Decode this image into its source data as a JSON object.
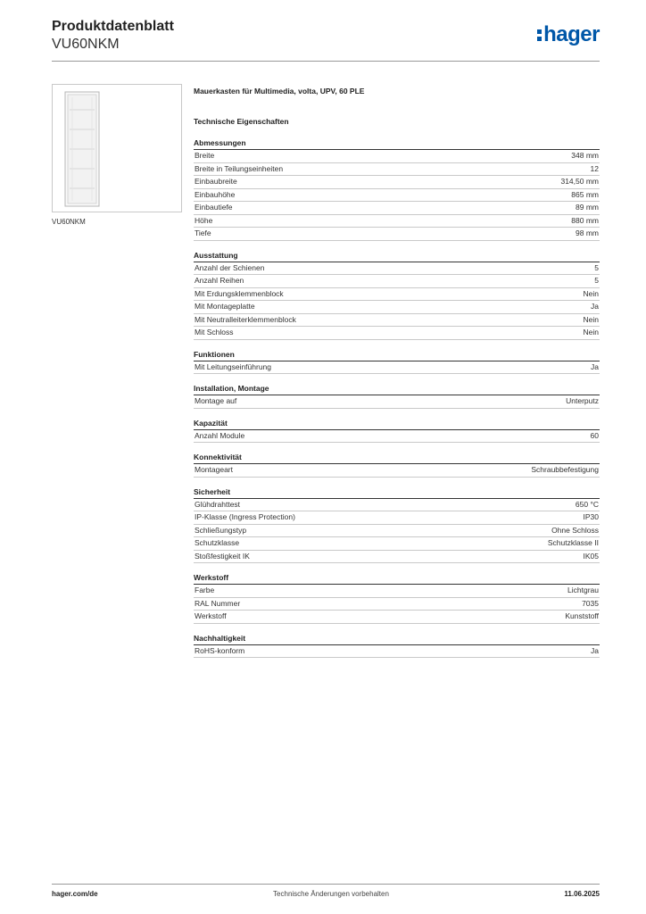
{
  "header": {
    "title": "Produktdatenblatt",
    "subtitle": "VU60NKM",
    "logo_text": "hager",
    "brand_color": "#0057a8"
  },
  "image_caption": "VU60NKM",
  "product_description": "Mauerkasten für Multimedia, volta, UPV, 60 PLE",
  "tech_heading": "Technische Eigenschaften",
  "sections": [
    {
      "title": "Abmessungen",
      "rows": [
        {
          "label": "Breite",
          "value": "348 mm"
        },
        {
          "label": "Breite in Teilungseinheiten",
          "value": "12"
        },
        {
          "label": "Einbaubreite",
          "value": "314,50 mm"
        },
        {
          "label": "Einbauhöhe",
          "value": "865 mm"
        },
        {
          "label": "Einbautiefe",
          "value": "89 mm"
        },
        {
          "label": "Höhe",
          "value": "880 mm"
        },
        {
          "label": "Tiefe",
          "value": "98 mm"
        }
      ]
    },
    {
      "title": "Ausstattung",
      "rows": [
        {
          "label": "Anzahl der Schienen",
          "value": "5"
        },
        {
          "label": "Anzahl Reihen",
          "value": "5"
        },
        {
          "label": "Mit Erdungsklemmenblock",
          "value": "Nein"
        },
        {
          "label": "Mit Montageplatte",
          "value": "Ja"
        },
        {
          "label": "Mit Neutralleiterklemmenblock",
          "value": "Nein"
        },
        {
          "label": "Mit Schloss",
          "value": "Nein"
        }
      ]
    },
    {
      "title": "Funktionen",
      "rows": [
        {
          "label": "Mit Leitungseinführung",
          "value": "Ja"
        }
      ]
    },
    {
      "title": "Installation, Montage",
      "rows": [
        {
          "label": "Montage auf",
          "value": "Unterputz"
        }
      ]
    },
    {
      "title": "Kapazität",
      "rows": [
        {
          "label": "Anzahl Module",
          "value": "60"
        }
      ]
    },
    {
      "title": "Konnektivität",
      "rows": [
        {
          "label": "Montageart",
          "value": "Schraubbefestigung"
        }
      ]
    },
    {
      "title": "Sicherheit",
      "rows": [
        {
          "label": "Glühdrahttest",
          "value": "650 °C"
        },
        {
          "label": "IP-Klasse (Ingress Protection)",
          "value": "IP30"
        },
        {
          "label": "Schließungstyp",
          "value": "Ohne Schloss"
        },
        {
          "label": "Schutzklasse",
          "value": "Schutzklasse II"
        },
        {
          "label": "Stoßfestigkeit IK",
          "value": "IK05"
        }
      ]
    },
    {
      "title": "Werkstoff",
      "rows": [
        {
          "label": "Farbe",
          "value": "Lichtgrau"
        },
        {
          "label": "RAL Nummer",
          "value": "7035"
        },
        {
          "label": "Werkstoff",
          "value": "Kunststoff"
        }
      ]
    },
    {
      "title": "Nachhaltigkeit",
      "rows": [
        {
          "label": "RoHS-konform",
          "value": "Ja"
        }
      ]
    }
  ],
  "footer": {
    "website": "hager.com/de",
    "notice": "Technische Änderungen vorbehalten",
    "date": "11.06.2025"
  }
}
